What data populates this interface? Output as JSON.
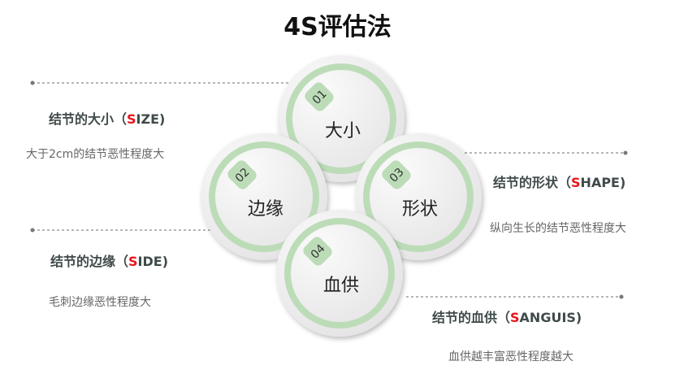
{
  "title": "4S评估法",
  "colors": {
    "ring": "#bcdcb8",
    "accent": "#e8141b",
    "dash": "#8a8a8a"
  },
  "circles": [
    {
      "num": "01",
      "label": "大小"
    },
    {
      "num": "02",
      "label": "边缘"
    },
    {
      "num": "03",
      "label": "形状"
    },
    {
      "num": "04",
      "label": "血供"
    }
  ],
  "items": [
    {
      "prefix": "结节的大小（",
      "s": "S",
      "rest": "IZE)",
      "desc": "大于2cm的结节恶性程度大"
    },
    {
      "prefix": "结节的形状（",
      "s": "S",
      "rest": "HAPE)",
      "desc": "纵向生长的结节恶性程度大"
    },
    {
      "prefix": "结节的边缘（",
      "s": "S",
      "rest": "IDE)",
      "desc": "毛刺边缘恶性程度大"
    },
    {
      "prefix": "结节的血供（",
      "s": "S",
      "rest": "ANGUIS)",
      "desc": "血供越丰富恶性程度越大"
    }
  ]
}
